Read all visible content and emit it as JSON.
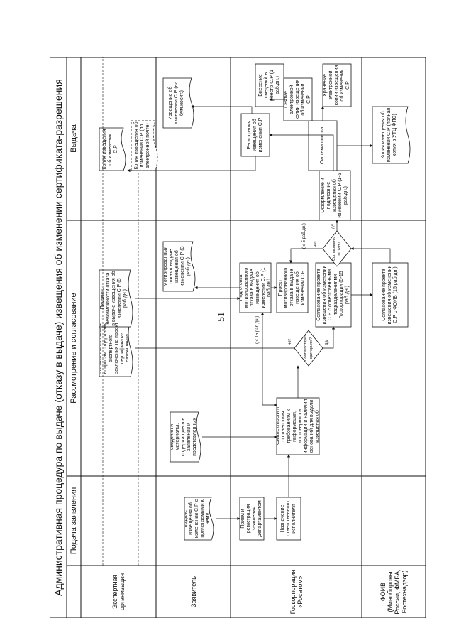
{
  "page_number": "51",
  "title": "Административная процедура по выдаче (отказу в выдаче) извещения об изменении сертификата-разрешения",
  "phases": [
    "Подача заявления",
    "Рассмотрение и согласование",
    "Выдача"
  ],
  "lanes": [
    "Экспертная организация",
    "Заявитель",
    "Госкорпорация «Росатом»",
    "ФОИВ (Минобороны России, ФМБА, Ростехнадзор)"
  ],
  "nodes": {
    "n1": "Заявление о выдаче извещения об изменении С.Р с прилагаемыми к нему документами",
    "n2": "Прием и регистрация заявления Департаментом",
    "n3": "Назначение ответственного исполнителя",
    "n4": "Документальные сведения и материалы, содержащиеся в заявлении и представленных документах",
    "n5": "Проверка на предмет комплектности и соответствия требованиям к информации, достоверности информации и наличия оснований для выдачи извещения об изменении С.Р",
    "n6": "Положение по любым вопросам содержания экспертного заключения на проект сертификата-разрешения",
    "n7": "Соответствует критериям?",
    "n8": "Письмо о невозможности отказа в выдаче извещения об изменении С.Р (5 раб.дн.)",
    "n9": "Подготовка мотивированного отказа в выдаче извещения об изменении С.Р (1 раб.дн.)",
    "n10": "Мотивированный отказ в выдаче извещения об изменении С.Р (3 раб.дн.)",
    "n11": "Проект мотивированного отказа в выдаче извещения об изменении С.Р",
    "n12": "Согласование проекта извещения об изменении С.Р с ответственными подразделениями Госкорпорации (5-15 раб.дн.)",
    "n13": "Согласование проекта извещения об изменении С.Р с ФОИВ (15 раб.дн.)",
    "n14": "Согласован с ФОИВ?",
    "n15": "Оформление и подписание извещения об изменении С.Р (1-5 раб.дн.)",
    "n16": "Копия извещения об изменении С.Р",
    "n17": "Копия извещения об изменении С.Р (по электронной почте)",
    "n18": "Регистрация извещения об изменении С.Р",
    "n19": "Извещение об изменении С.Р (на бум.носит.)",
    "n20": "Система поиска",
    "n21": "Копия извещения об изменении С.Р (полная копия в УТЦ ФПС)",
    "n22": "Внесение сведений в реестр С.Р (1 раб.дн.)",
    "n23": "Снятие электронной копии извещения об изменении С.Р",
    "n24": "Хранение электронной копии извещения об изменении С.Р"
  },
  "edge_labels": {
    "no1": "нет",
    "yes1": "да",
    "no2": "нет",
    "yes2": "да",
    "t1": "( ≤ 15 раб.дн.)",
    "t2": "( ≤ 5 раб.дн.)"
  }
}
